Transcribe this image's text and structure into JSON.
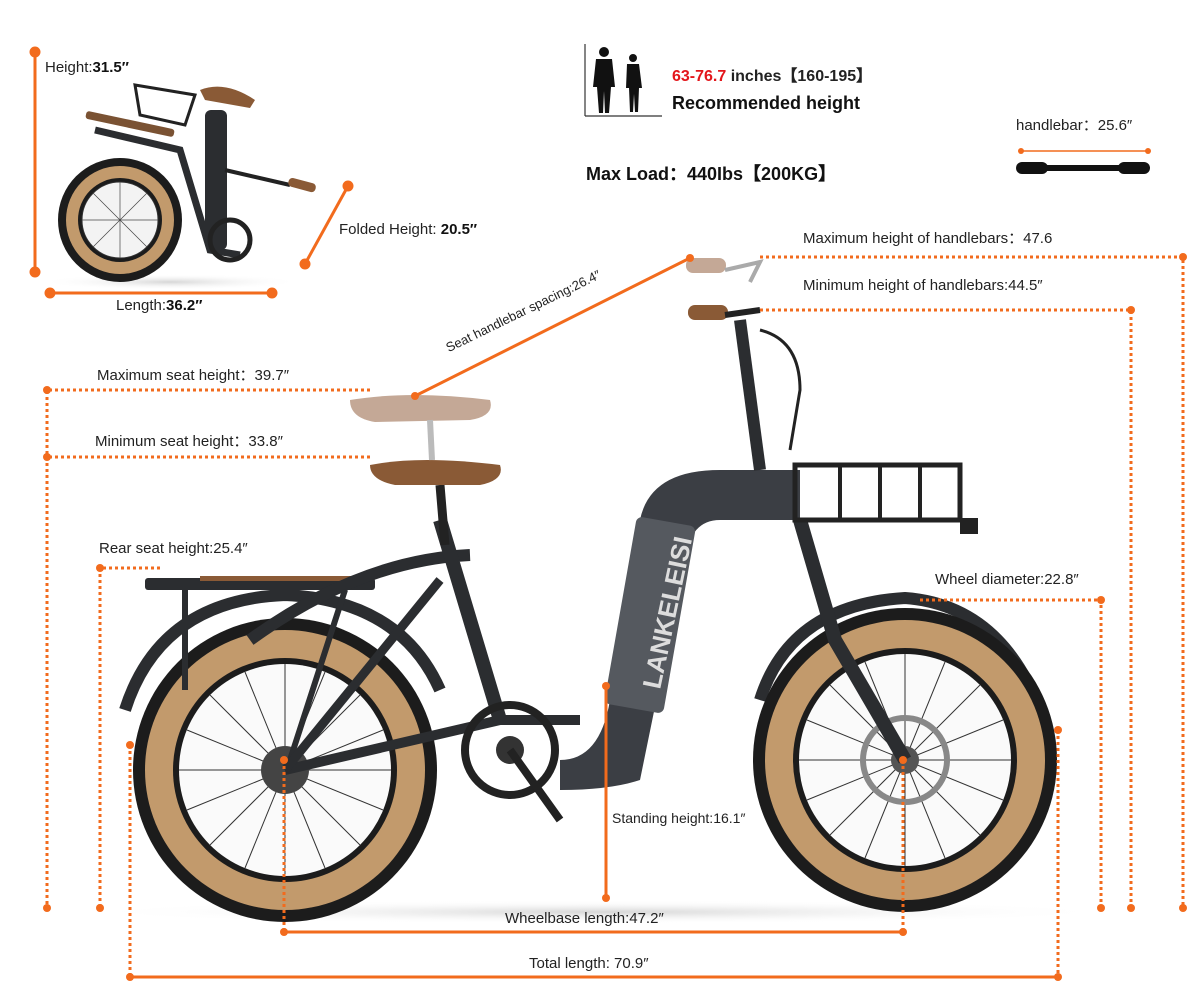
{
  "colors": {
    "dimension_line": "#f26b1d",
    "tire": "#c29a6c",
    "frame": "#2b2d30",
    "saddle": "#8a5a36",
    "accent_red": "#e3161b"
  },
  "folded": {
    "height_label": "Height:",
    "height_value": "31.5″",
    "folded_height_label": "Folded Height:",
    "folded_height_value": "20.5″",
    "length_label": "Length:",
    "length_value": "36.2″"
  },
  "rider": {
    "icon": "human-silhouettes-icon",
    "range_red": "63-76.7",
    "range_rest": " inches【160-195】",
    "caption": "Recommended height"
  },
  "max_load": "Max Load：440Ibs【200KG】",
  "handlebar_width": "handlebar：25.6″",
  "dimensions": {
    "max_handlebar": "Maximum height of handlebars：47.6",
    "min_handlebar": "Minimum height of handlebars:44.5″",
    "seat_handlebar_spacing": "Seat handlebar spacing:26.4″",
    "max_seat": "Maximum seat height：39.7″",
    "min_seat": "Minimum seat height：33.8″",
    "rear_seat": "Rear seat height:25.4″",
    "wheel_diameter": "Wheel diameter:22.8″",
    "standing_height": "Standing height:16.1″",
    "wheelbase": "Wheelbase length:47.2″",
    "total_length": "Total length: 70.9″"
  },
  "brand": "LANKELEISI"
}
